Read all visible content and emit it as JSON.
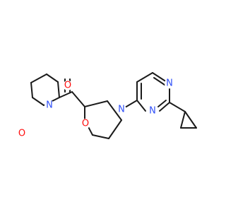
{
  "molecule": {
    "atoms": {
      "o_carbonyl": {
        "symbol": "O"
      },
      "n_amide": {
        "symbol": "N"
      },
      "o_morpholine_left": {
        "symbol": "O"
      },
      "o_morpholine_center": {
        "symbol": "O"
      },
      "n_morpholine_center": {
        "symbol": "N"
      },
      "n_pyrimidine_top": {
        "symbol": "N"
      },
      "n_pyrimidine_bottom": {
        "symbol": "N"
      }
    },
    "colors": {
      "bond": "#1a1a1a",
      "oxygen": "#ff0d0d",
      "nitrogen": "#3050f8"
    }
  }
}
